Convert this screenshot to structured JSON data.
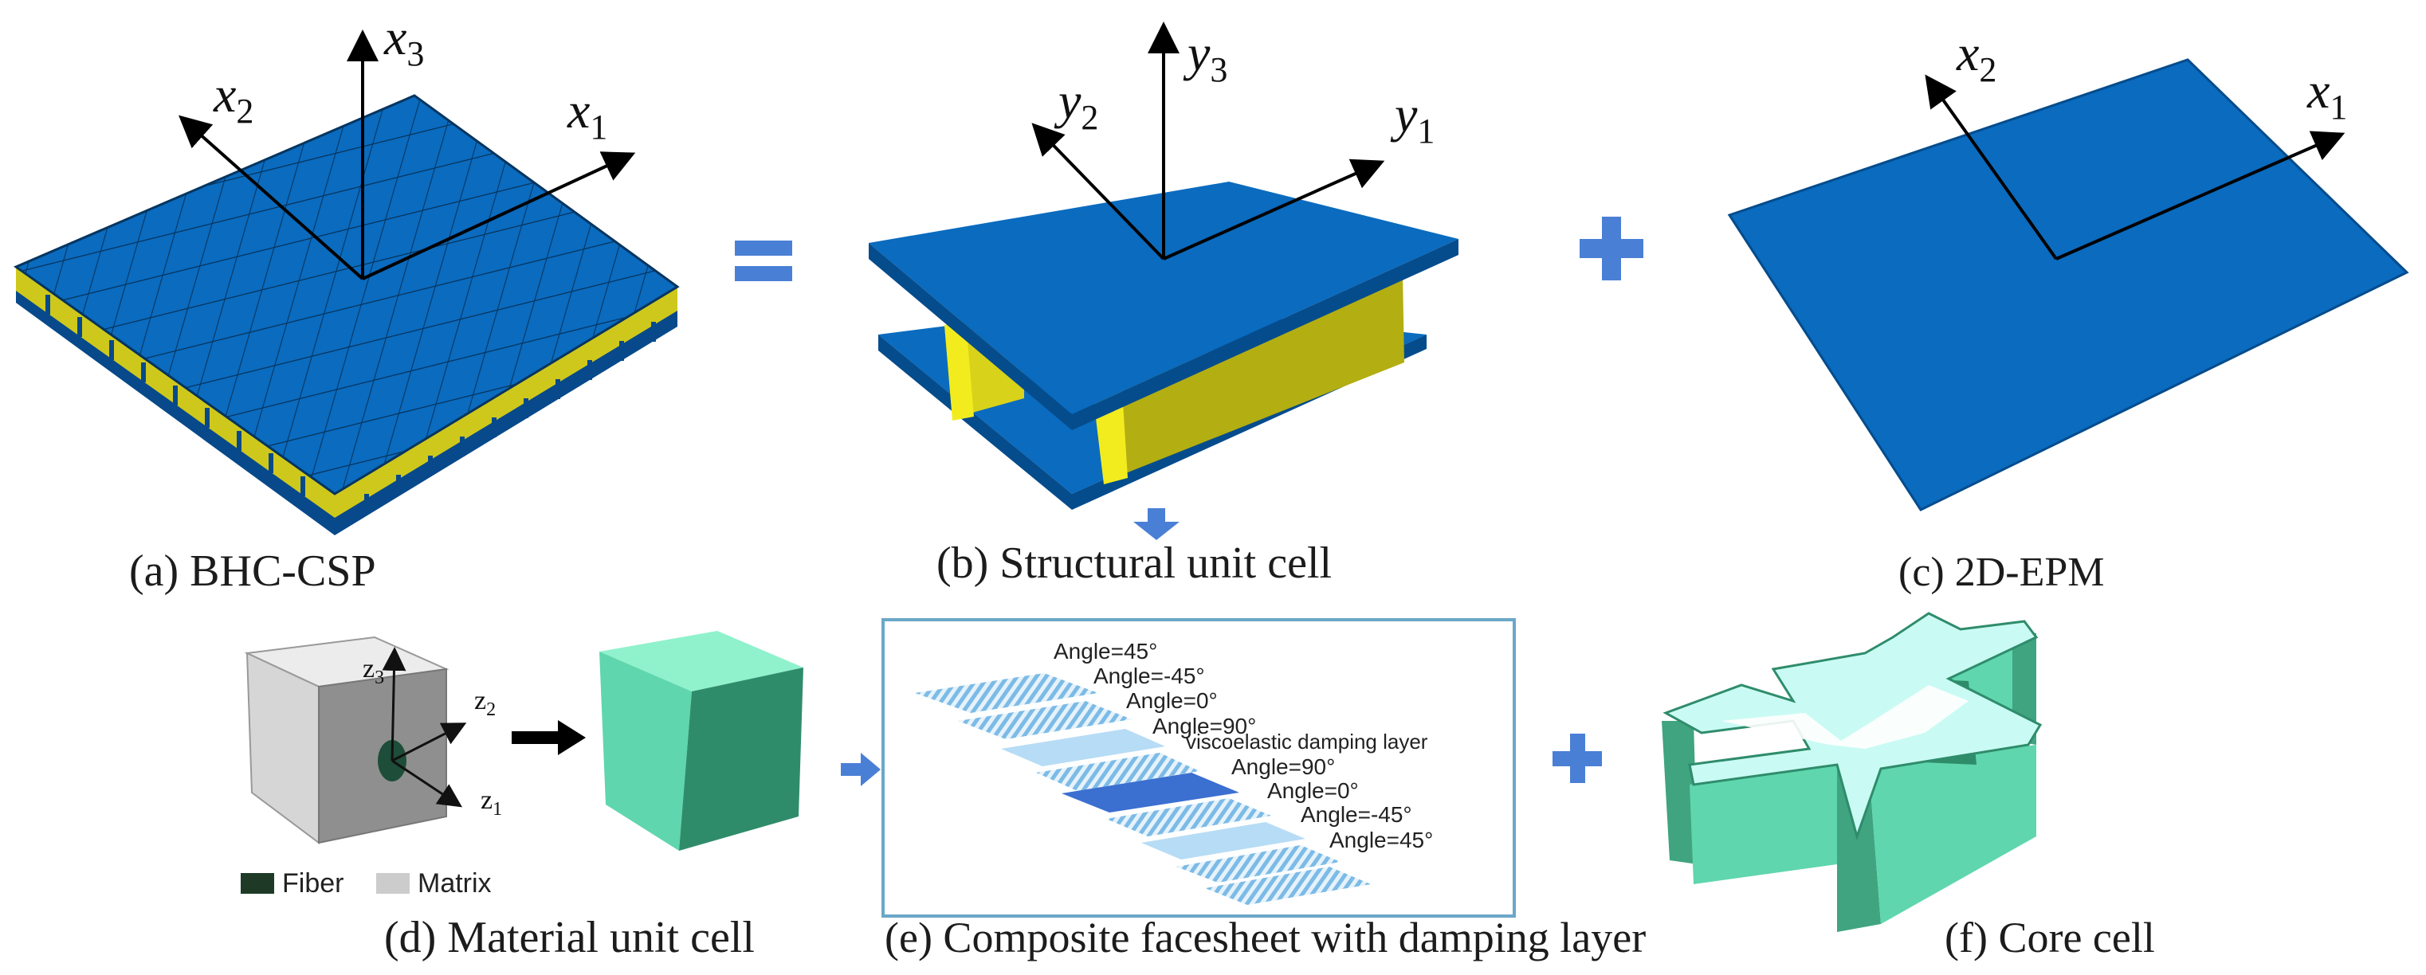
{
  "captions": {
    "a": "(a) BHC-CSP",
    "b": "(b) Structural unit cell",
    "c": "(c)  2D-EPM",
    "d": "(d) Material unit cell",
    "e": "(e)  Composite facesheet with damping layer",
    "f": "(f) Core cell"
  },
  "axes": {
    "x": "x",
    "y": "y",
    "z": "z",
    "i1": "1",
    "i2": "2",
    "i3": "3"
  },
  "operators": {
    "equals": "=",
    "plus": "+",
    "arrow": "→"
  },
  "legend": {
    "fiber": "Fiber",
    "matrix": "Matrix"
  },
  "layers": [
    "Angle=45°",
    "Angle=-45°",
    "Angle=0°",
    "Angle=90°",
    "viscoelastic damping layer",
    "Angle=90°",
    "Angle=0°",
    "Angle=-45°",
    "Angle=45°"
  ],
  "colors": {
    "plate_blue": "#0a6bbf",
    "plate_blue_dark": "#054c8c",
    "core_yellow": "#d8d21a",
    "operator_blue": "#4a7fd6",
    "green_face": "#5fd6ae",
    "green_dark": "#2f8c6b",
    "box_border": "#6aa8c8"
  }
}
